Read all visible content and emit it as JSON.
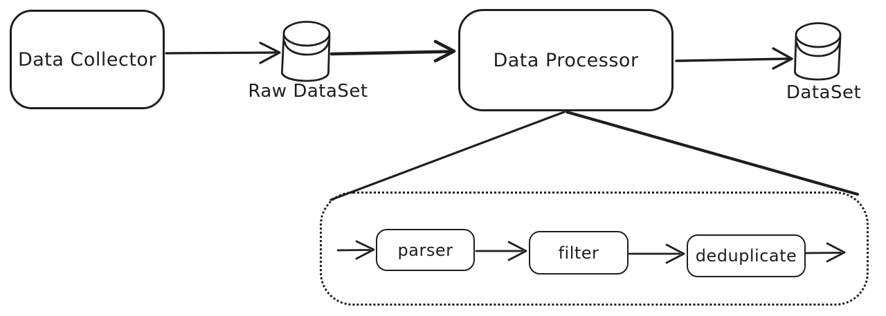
{
  "diagram": {
    "nodes": {
      "data_collector": {
        "label": "Data Collector"
      },
      "raw_dataset": {
        "label": "Raw DataSet",
        "icon": "database-cylinder-icon"
      },
      "data_processor": {
        "label": "Data Processor"
      },
      "dataset": {
        "label": "DataSet",
        "icon": "database-cylinder-icon"
      },
      "pipeline": {
        "steps": [
          {
            "label": "parser"
          },
          {
            "label": "filter"
          },
          {
            "label": "deduplicate"
          }
        ]
      }
    },
    "edges": [
      {
        "from": "Data Collector",
        "to": "Raw DataSet"
      },
      {
        "from": "Raw DataSet",
        "to": "Data Processor"
      },
      {
        "from": "Data Processor",
        "to": "DataSet"
      },
      {
        "from": "Data Processor",
        "to": "pipeline-detail-group"
      },
      {
        "from": "pipeline-input",
        "to": "parser"
      },
      {
        "from": "parser",
        "to": "filter"
      },
      {
        "from": "filter",
        "to": "deduplicate"
      },
      {
        "from": "deduplicate",
        "to": "pipeline-output"
      }
    ],
    "colors": {
      "stroke": "#1e1e1e",
      "background": "#ffffff"
    }
  }
}
